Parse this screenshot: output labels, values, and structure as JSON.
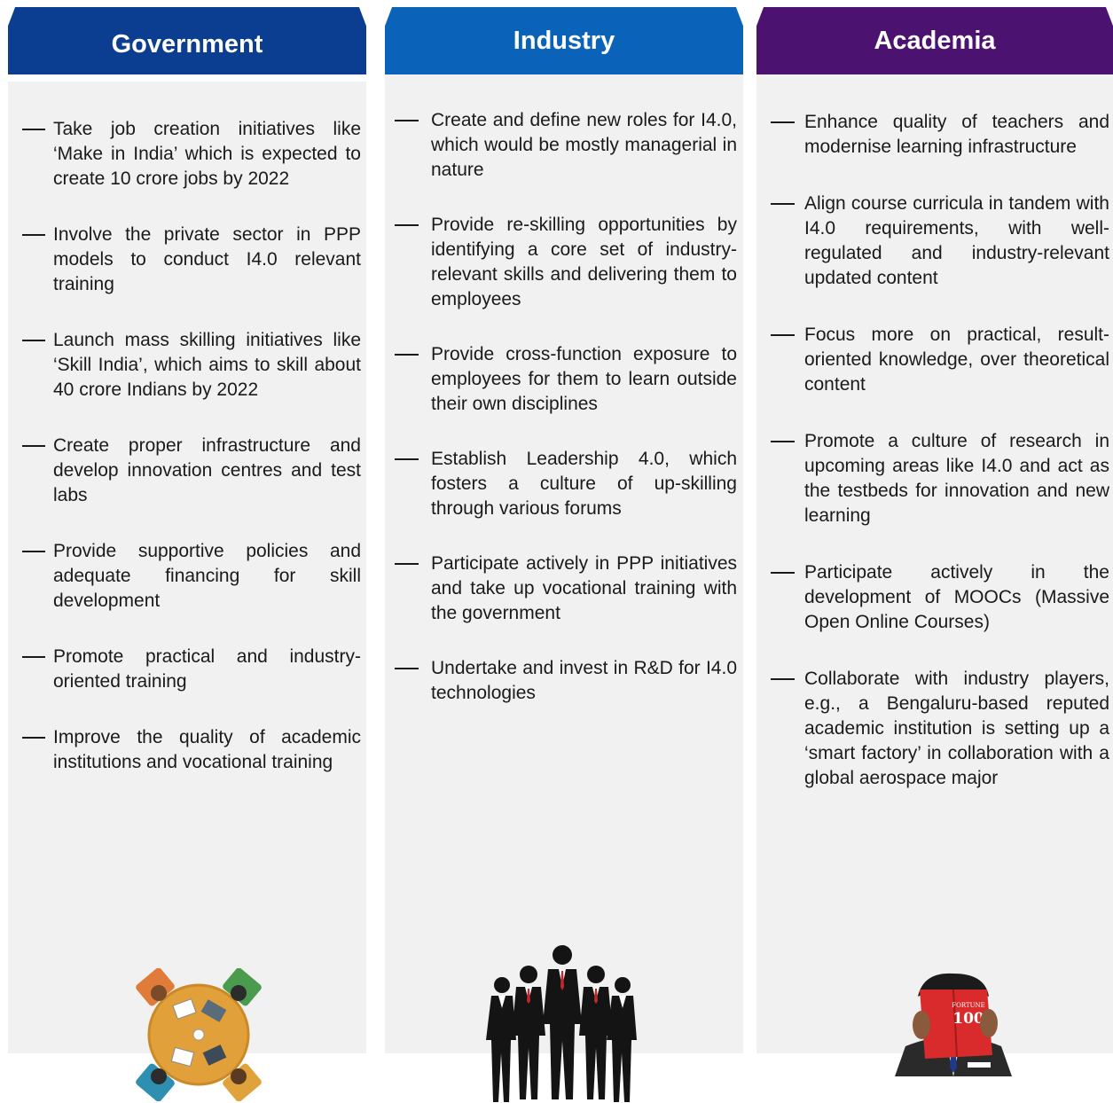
{
  "columns": {
    "government": {
      "title": "Government",
      "items": [
        "Take job creation initiatives like ‘Make in India’ which is expected to create 10 crore jobs by 2022",
        "Involve the private sector in PPP models to conduct I4.0 relevant training",
        "Launch mass skilling initiatives like ‘Skill India’, which aims to skill about 40 crore Indians by 2022",
        "Create proper infrastructure and develop innovation centres and test labs",
        "Provide supportive policies and adequate financing for skill development",
        "Promote practical and industry-oriented training",
        "Improve the quality of academic institutions and vocational training"
      ]
    },
    "industry": {
      "title": "Industry",
      "items": [
        "Create and define new roles for I4.0, which would be mostly managerial in nature",
        "Provide re-skilling opportunities by identifying a core set of industry-relevant skills and delivering them to employees",
        "Provide cross-function exposure to employees for them to learn outside their own disciplines",
        "Establish Leadership 4.0, which fosters a culture of up-skilling through various forums",
        "Participate actively in PPP initiatives and take up vocational training with the government",
        "Undertake and invest in R&D for I4.0 technologies"
      ]
    },
    "academia": {
      "title": "Academia",
      "items": [
        "Enhance quality of teachers and modernise learning infrastructure",
        "Align course curricula in tandem with I4.0 requirements, with well-regulated and industry-relevant updated content",
        "Focus more on practical, result-oriented knowledge, over theoretical content",
        "Promote a culture of research in upcoming areas like I4.0 and act as the testbeds for innovation and new learning",
        "Participate actively in the development of MOOCs (Massive Open Online Courses)",
        "Collaborate with industry players, e.g., a Bengaluru-based reputed academic institution is setting up a ‘smart factory’ in collaboration with a global aerospace major"
      ],
      "book_label": "100",
      "book_brand": "FORTUNE"
    }
  },
  "colors": {
    "government": "#0b3d91",
    "industry": "#0a63b8",
    "academia": "#4b1270",
    "panel": "#f1f1f1"
  },
  "icons": {
    "government": "meeting-table-icon",
    "industry": "business-team-icon",
    "academia": "reader-with-book-icon"
  }
}
